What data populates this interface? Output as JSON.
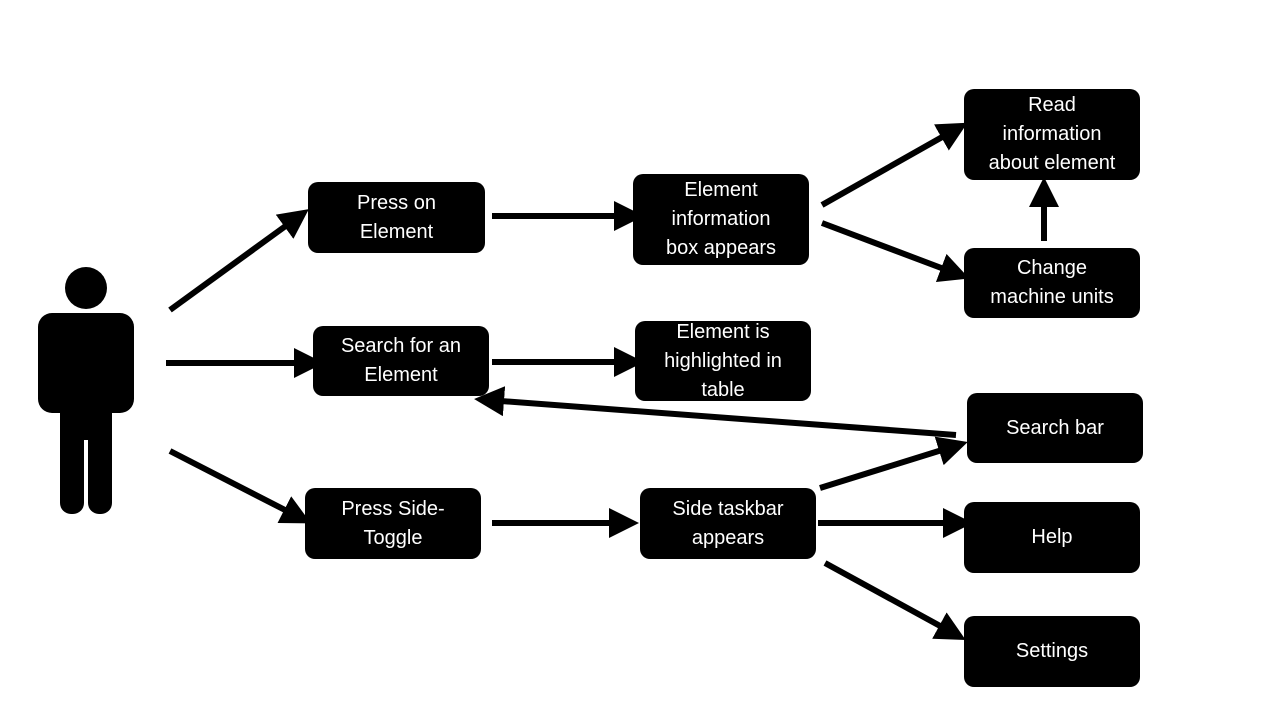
{
  "diagram": {
    "colors": {
      "background": "#ffffff",
      "node_fill": "#000000",
      "node_text": "#ffffff",
      "arrow": "#000000"
    },
    "actor_icon": "person-icon",
    "nodes": {
      "press_element": "Press on\nElement",
      "info_box": "Element\ninformation\nbox appears",
      "read_info": "Read\ninformation\nabout element",
      "change_units": "Change\nmachine units",
      "search_element": "Search for an\nElement",
      "highlighted": "Element is\nhighlighted in\ntable",
      "search_bar": "Search bar",
      "press_toggle": "Press Side-\nToggle",
      "side_taskbar": "Side taskbar\nappears",
      "help": "Help",
      "settings": "Settings"
    }
  }
}
